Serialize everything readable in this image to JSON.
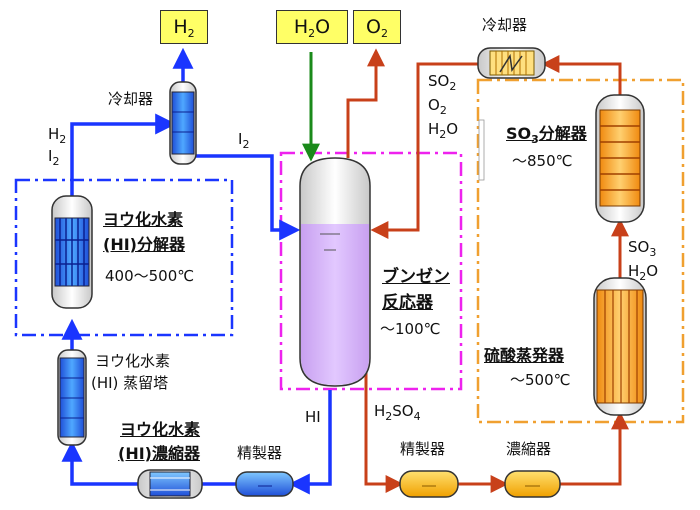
{
  "outputs": {
    "h2": {
      "main": "H",
      "sub": "2"
    },
    "h2o": {
      "main": "H",
      "sub": "2",
      "tail": "O"
    },
    "o2": {
      "main": "O",
      "sub": "2"
    }
  },
  "hi_decomposition": {
    "line1": "ヨウ化水素",
    "line2": "(HI)分解器",
    "temp": "400～500℃"
  },
  "hi_distillation": {
    "line1": "ヨウ化水素",
    "line2": "(HI) 蒸留塔"
  },
  "hi_concentrator": {
    "line1": "ヨウ化水素",
    "line2": "(HI)濃縮器"
  },
  "left_cooler": "冷却器",
  "top_cooler": "冷却器",
  "purifier_left": "精製器",
  "purifier_right": "精製器",
  "concentrator_right": "濃縮器",
  "bunsen": {
    "line1": "ブンゼン",
    "line2": "反応器",
    "temp": "～100℃"
  },
  "so3_decomposer": {
    "main": "SO",
    "sub": "3",
    "tail": "分解器",
    "temp": "～850℃"
  },
  "sulfuric_evaporator": {
    "name": "硫酸蒸発器",
    "temp": "～500℃"
  },
  "flow_labels": {
    "h2_i2_h": "H",
    "h2_i2_hsub": "2",
    "h2_i2_i": "I",
    "h2_i2_isub": "2",
    "i2_main": "I",
    "i2_sub": "2",
    "hi": "HI",
    "h2so4": {
      "a": "H",
      "b": "2",
      "c": "SO",
      "d": "4"
    },
    "so2_group": {
      "so2": "SO",
      "so2sub": "2",
      "o2": "O",
      "o2sub": "2",
      "h2o": "H",
      "h2osub": "2",
      "h2otail": "O"
    },
    "so3_h2o": {
      "so3": "SO",
      "so3sub": "3",
      "h2o": "H",
      "h2osub": "2",
      "h2otail": "O"
    }
  },
  "colors": {
    "iodine_loop": "#1a35ff",
    "sulfur_loop": "#c8401a",
    "bunsen_box": "#ee22ee",
    "sulfur_box": "#f0a030",
    "water_feed": "#1a8a1a",
    "output_box": "#ffff66"
  }
}
